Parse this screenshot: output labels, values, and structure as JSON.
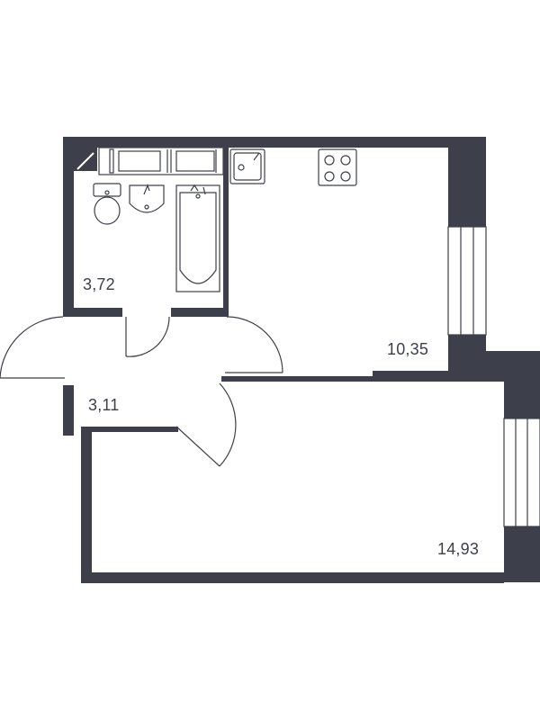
{
  "colors": {
    "wall": "#3d404a",
    "line": "#3d404a",
    "background": "#ffffff"
  },
  "rooms": [
    {
      "id": "bathroom",
      "area": "3,72"
    },
    {
      "id": "kitchen",
      "area": "10,35"
    },
    {
      "id": "hallway",
      "area": "3,11"
    },
    {
      "id": "living-room",
      "area": "14,93"
    }
  ]
}
